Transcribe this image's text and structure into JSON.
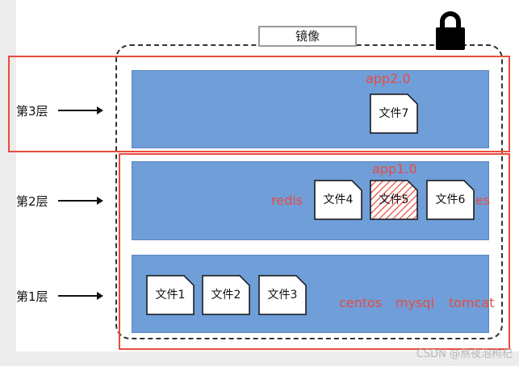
{
  "image_label": "镜像",
  "layers": [
    {
      "label": "第3层"
    },
    {
      "label": "第2层"
    },
    {
      "label": "第1层"
    }
  ],
  "files": {
    "f1": "文件1",
    "f2": "文件2",
    "f3": "文件3",
    "f4": "文件4",
    "f5": "文件5",
    "f6": "文件6",
    "f7": "文件7"
  },
  "annotations": {
    "app2": "app2.0",
    "app1": "app1.0",
    "redis": "redis",
    "es": "es",
    "centos": "centos",
    "mysql": "mysql",
    "tomcat": "tomcat"
  },
  "watermark": "CSDN @熬夜泡枸杞",
  "colors": {
    "layer_fill": "#6f9ed9",
    "highlight_red": "#e84c3d"
  }
}
